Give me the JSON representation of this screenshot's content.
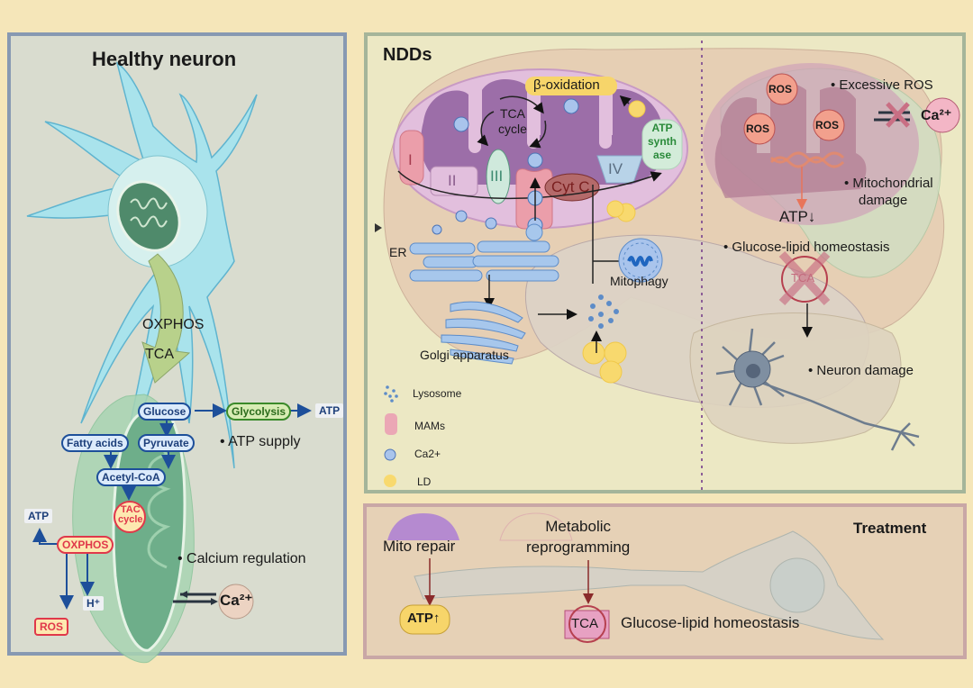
{
  "healthy_panel": {
    "title": "Healthy neuron",
    "flow_labels": {
      "oxphos": "OXPHOS",
      "tca": "TCA"
    },
    "nodes": {
      "glucose": "Glucose",
      "glycolysis": "Glycolysis",
      "atp_right": "ATP",
      "fatty_acids": "Fatty acids",
      "pyruvate": "Pyruvate",
      "acetyl_coa": "Acetyl-CoA",
      "tac_cycle_line1": "TAC",
      "tac_cycle_line2": "cycle",
      "atp_left": "ATP",
      "oxphos": "OXPHOS",
      "h_plus": "H⁺",
      "ros": "ROS",
      "calcium": "Ca²⁺"
    },
    "bullets": [
      "ATP supply",
      "Calcium regulation"
    ]
  },
  "ndds_panel": {
    "title": "NDDs",
    "mito_labels": {
      "beta_oxidation": "β-oxidation",
      "tca_line1": "TCA",
      "tca_line2": "cycle",
      "complex_1": "I",
      "complex_2": "II",
      "complex_3": "III",
      "complex_4": "IV",
      "cyt_c": "Cyt C",
      "atp_synthase_line1": "ATP",
      "atp_synthase_line2": "synth",
      "atp_synthase_line3": "ase"
    },
    "labels": {
      "er": "ER",
      "golgi": "Golgi apparatus",
      "mitophagy": "Mitophagy"
    },
    "legend": [
      {
        "icon": "lysosome-icon",
        "label": "Lysosome"
      },
      {
        "icon": "mams-icon",
        "label": "MAMs"
      },
      {
        "icon": "calcium-icon",
        "label": "Ca2+"
      },
      {
        "icon": "lipid-droplet-icon",
        "label": "LD"
      }
    ],
    "damage": {
      "ros_badge": "ROS",
      "calcium": "Ca²⁺",
      "atp_down": "ATP↓",
      "tca": "TCA",
      "bullets": [
        "Excessive ROS",
        "Mitochondrial",
        "damage",
        "Glucose-lipid homeostasis",
        "Neuron damage"
      ]
    }
  },
  "treatment_panel": {
    "title": "Treatment",
    "mito_repair": "Mito repair",
    "metabolic_line1": "Metabolic",
    "metabolic_line2": "reprogramming",
    "atp_up": "ATP↑",
    "tca": "TCA",
    "homeostasis": "Glucose-lipid homeostasis"
  },
  "colors": {
    "page_bg": "#f5e6b9",
    "healthy_bg": "#d9dccf",
    "healthy_border": "#8799b2",
    "ndds_bg": "#ece8c4",
    "ndds_border": "#a5b59a",
    "treatment_bg": "#e6d1b6",
    "treatment_border": "#c9a7a6",
    "mito_purple": "#9c6ea8",
    "dark_blue": "#1d4f9a"
  }
}
